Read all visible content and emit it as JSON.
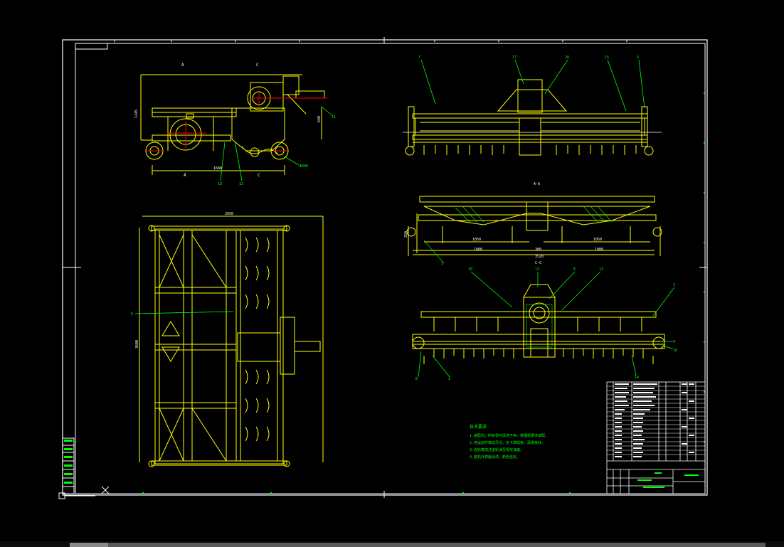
{
  "viewport": {
    "background": "#000000"
  },
  "colors": {
    "frame": "#ffffff",
    "geometry": "#ffff00",
    "annotation": "#00ff00",
    "centerline": "#ff0000",
    "text": "#ffffff"
  },
  "drawing": {
    "section_labels": {
      "section_aa": "A-A",
      "section_cc": "C-C"
    },
    "side_view": {
      "top_labels": [
        "A",
        "C"
      ],
      "bottom_labels": [
        "A",
        "C"
      ],
      "dims": {
        "height": "1245",
        "length": "1680",
        "sub": "640",
        "wheel": "Φ300"
      },
      "balloons": [
        "11",
        "18",
        "12"
      ]
    },
    "plan_view": {
      "dims": {
        "width": "2650",
        "length": "3600"
      },
      "balloons": [
        "9"
      ]
    },
    "front_view": {
      "balloons": [
        "7",
        "17",
        "20",
        "15",
        "5"
      ]
    },
    "section_aa_view": {
      "dims": {
        "d1": "1050",
        "d2": "1050",
        "d3": "1000",
        "d4": "300",
        "d5": "1000",
        "total": "3520",
        "h": "250"
      },
      "balloons": [
        "3"
      ]
    },
    "section_cc_view": {
      "balloons": [
        "10",
        "13",
        "6",
        "13",
        "1",
        "4",
        "16",
        "8",
        "2",
        "14"
      ]
    },
    "technical_notes": {
      "title": "技术要求",
      "lines": [
        "1.装配前，所有零件清洗干净，按图纸要求装配。",
        "2.各运动件转动灵活，无卡滞现象，润滑良好。",
        "3.齿轮箱加注齿轮油至规定油面。",
        "4.整机外表面涂漆，颜色自定。"
      ]
    }
  },
  "ui": {
    "cursor_icon": "crosshair-icon",
    "ucs_icon": "ucs-icon"
  }
}
